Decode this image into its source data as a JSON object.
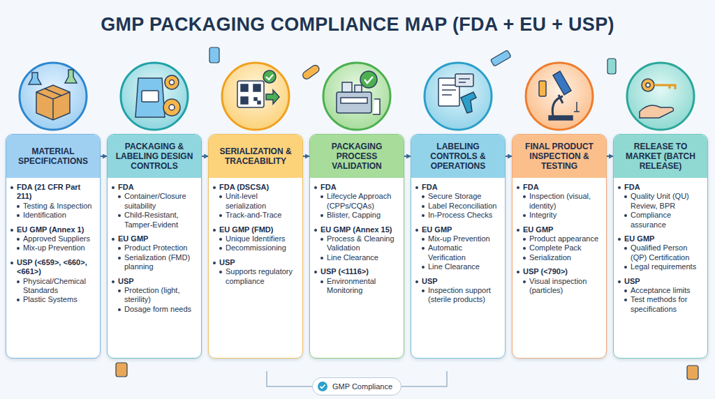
{
  "diagram": {
    "title": "GMP PACKAGING COMPLIANCE MAP (FDA + EU + USP)",
    "nodes": [
      {
        "text": [
          "MATERIAL SPECIFICATIONS",
          "FDA (21 CFR Part 211)",
          "Testing & Inspection",
          "Identification",
          "EU GMP (Annex 1)",
          "Approved Suppliers",
          "Mix-up Prevention",
          "USP (<659>, <660>, <661>)",
          "Physical/Chemical Standards",
          "Plastic Systems"
        ]
      },
      {
        "text": [
          "PACKAGING & LABELING DESIGN CONTROLS",
          "FDA",
          "Container/Closure suitability",
          "Child-Resistant, Tamper-Evident",
          "EU GMP",
          "Product Protection",
          "Serialization (FMD) planning",
          "USP",
          "Protection (light, sterility)",
          "Dosage form needs"
        ]
      },
      {
        "text": [
          "SERIALIZATION & TRACEABILITY",
          "FDA (DSCSA)",
          "Unit-level serialization",
          "Track-and-Trace",
          "EU GMP (FMD)",
          "Unique Identifiers",
          "Decommissioning",
          "USP",
          "Supports regulatory compliance"
        ]
      },
      {
        "text": [
          "PACKAGING PROCESS VALIDATION",
          "FDA",
          "Lifecycle Approach (CPPs/CQAs)",
          "Blister, Capping",
          "EU GMP (Annex 15)",
          "Process & Cleaning Validation",
          "Line Clearance",
          "USP (<1116>)",
          "Environmental Monitoring"
        ]
      },
      {
        "text": [
          "LABELING CONTROLS & OPERATIONS",
          "FDA",
          "Secure Storage",
          "Label Reconciliation",
          "In-Process Checks",
          "EU GMP",
          "Mix-up Prevention",
          "Automatic Verification",
          "Line Clearance",
          "USP",
          "Inspection support (sterile products)"
        ]
      },
      {
        "text": [
          "FINAL PRODUCT INSPECTION & TESTING",
          "FDA",
          "Inspection (visual, identity)",
          "Integrity",
          "EU GMP",
          "Product appearance",
          "Complete Pack",
          "Serialization",
          "USP (<790>)",
          "Visual inspection (particles)"
        ]
      },
      {
        "text": [
          "RELEASE TO MARKET (BATCH RELEASE)",
          "FDA",
          "Quality Unit (QU) Review, BPR",
          "Compliance assurance",
          "EU GMP",
          "Qualified Person (QP) Certification",
          "Legal requirements",
          "USP",
          "Acceptance limits",
          "Test methods for specifications"
        ]
      },
      {
        "text": [
          "GMP Compliance"
        ]
      }
    ],
    "edges": [
      {
        "from": 0,
        "to": 1,
        "arrow": "to"
      },
      {
        "from": 1,
        "to": 2,
        "arrow": "to"
      },
      {
        "from": 2,
        "to": 3,
        "arrow": "to"
      },
      {
        "from": 3,
        "to": 4,
        "arrow": "to"
      },
      {
        "from": 4,
        "to": 5,
        "arrow": "to"
      },
      {
        "from": 5,
        "to": 6,
        "arrow": "to"
      }
    ]
  }
}
